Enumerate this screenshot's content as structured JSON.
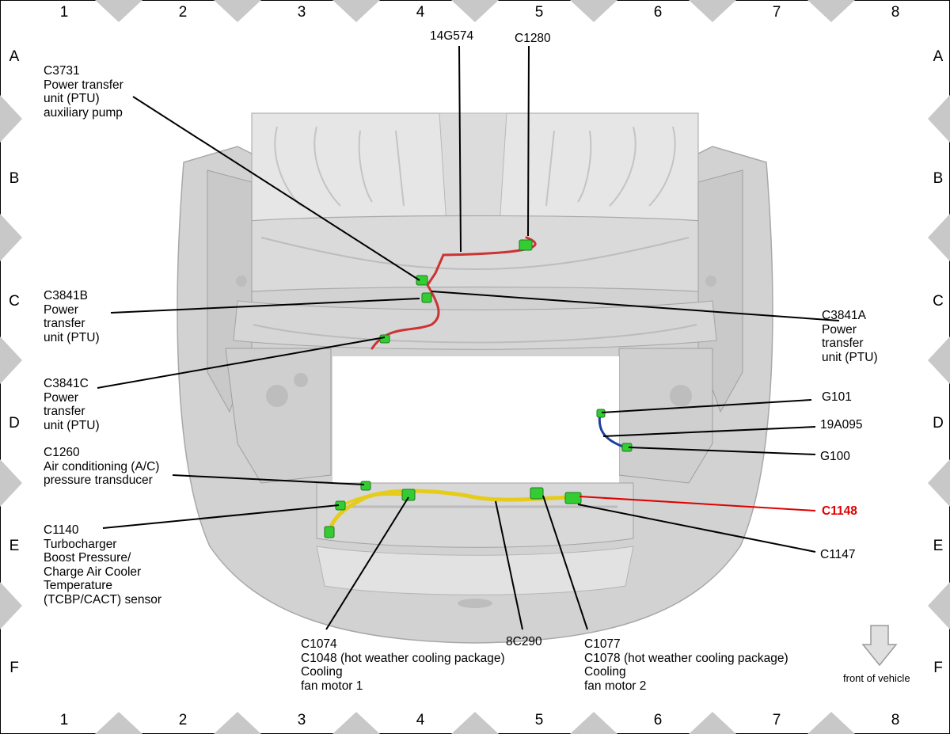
{
  "grid": {
    "columns": [
      "1",
      "2",
      "3",
      "4",
      "5",
      "6",
      "7",
      "8"
    ],
    "rows": [
      "A",
      "B",
      "C",
      "D",
      "E",
      "F"
    ]
  },
  "colors": {
    "highlight": "#e00000",
    "connector": "#33cc33",
    "harness_yellow": "#e6cc1a",
    "harness_red": "#cc3333",
    "harness_blue": "#1f3fa0",
    "body_gray": "#d4d4d4"
  },
  "labels": {
    "l14g574": "14G574",
    "c1280": "C1280",
    "c3731": "C3731\nPower transfer\nunit (PTU)\nauxiliary pump",
    "c3841b": "C3841B\nPower\ntransfer\nunit (PTU)",
    "c3841a": "C3841A\nPower\ntransfer\nunit (PTU)",
    "c3841c": "C3841C\nPower\ntransfer\nunit (PTU)",
    "g101": "G101",
    "l19a095": "19A095",
    "g100": "G100",
    "c1260": "C1260\nAir conditioning (A/C)\npressure transducer",
    "c1148": "C1148",
    "c1140": "C1140\nTurbocharger\nBoost Pressure/\nCharge Air Cooler\nTemperature\n(TCBP/CACT) sensor",
    "c1147": "C1147",
    "c1074": "C1074\nC1048 (hot weather cooling package)\nCooling\nfan motor 1",
    "l8c290": "8C290",
    "c1077": "C1077\nC1078 (hot weather cooling package)\nCooling\nfan motor 2",
    "front": "front of vehicle"
  },
  "icons": {
    "front_arrow": "down-arrow-icon"
  }
}
